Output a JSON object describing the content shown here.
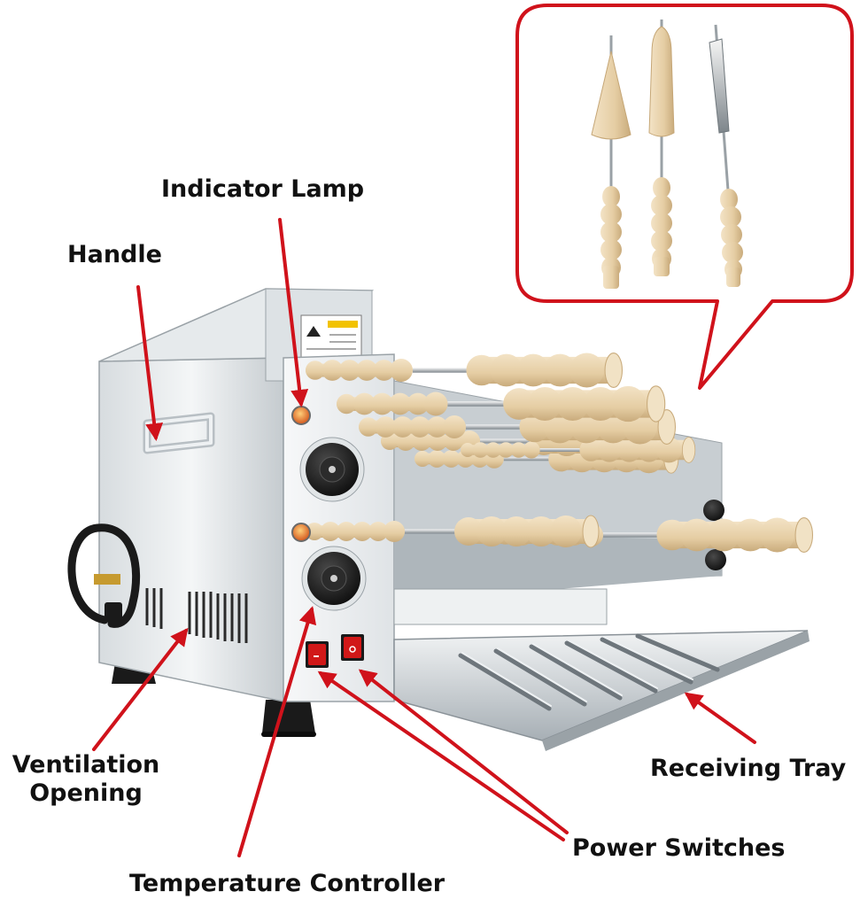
{
  "labels": {
    "indicator_lamp": "Indicator Lamp",
    "handle": "Handle",
    "ventilation_line1": "Ventilation",
    "ventilation_line2": "Opening",
    "receiving_tray": "Receiving Tray",
    "power_switches": "Power Switches",
    "temperature_controller": "Temperature Controller"
  },
  "colors": {
    "callout": "#d0121b",
    "steel_light": "#eceff1",
    "steel_mid": "#c9cfd4",
    "steel_dark": "#8a9298",
    "wood": "#e9d3ad",
    "wood_shade": "#cdb184",
    "knob": "#1c1c1c",
    "lamp": "#e8772a",
    "switch": "#d11818",
    "text": "#111111"
  },
  "icons": {
    "callout_bubble": "rounded-callout-bubble",
    "arrow": "red-arrow",
    "skewer": "wooden-skewer",
    "knob": "temperature-knob",
    "switch": "rocker-switch"
  }
}
